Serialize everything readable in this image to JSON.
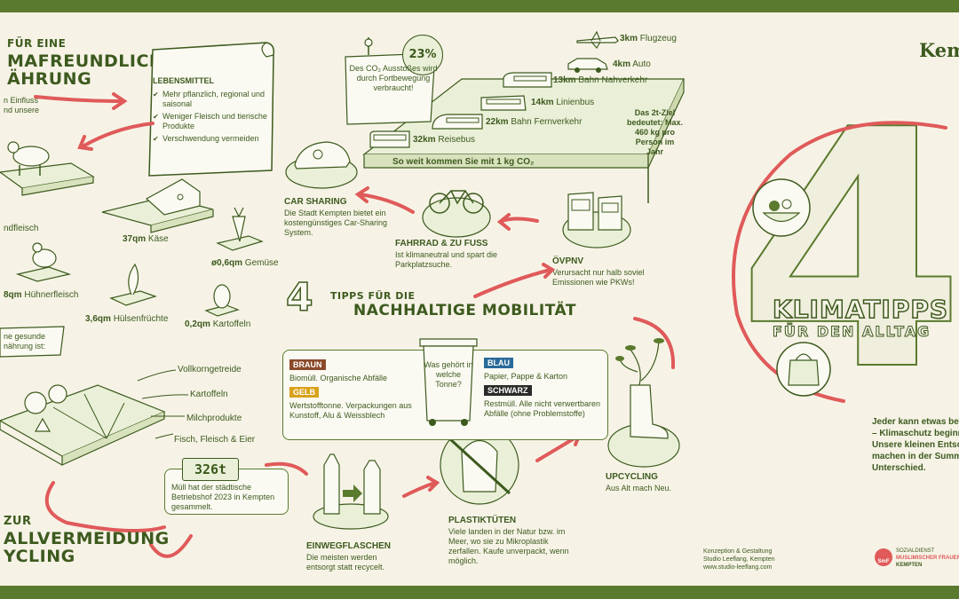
{
  "nutrition": {
    "title_l1": "FÜR EINE",
    "title_l2": "MAFREUNDLICHE",
    "title_l3": "ÄHRUNG",
    "intro_l1": "n Einfluss",
    "intro_l2": "nd unsere",
    "card_title": "LEBENSMITTEL",
    "card_items": [
      "Mehr pflanzlich, regional und saisonal",
      "Weniger Fleisch und tierische Produkte",
      "Verschwendung vermeiden"
    ],
    "foods": [
      {
        "value": "",
        "label": "ndfleisch"
      },
      {
        "value": "37qm",
        "label": "Käse"
      },
      {
        "value": "ø0,6qm",
        "label": "Gemüse"
      },
      {
        "value": "8qm",
        "label": "Hühnerfleisch"
      },
      {
        "value": "3,6qm",
        "label": "Hülsenfrüchte"
      },
      {
        "value": "0,2qm",
        "label": "Kartoffeln"
      }
    ],
    "healthy_l1": "ne gesunde",
    "healthy_l2": "nährung ist:",
    "healthy_items": [
      "Vollkorngetreide",
      "Kartoffeln",
      "Milchprodukte",
      "Fisch, Fleisch & Eier"
    ]
  },
  "waste": {
    "title_l1": "ZUR",
    "title_l2": "ALLVERMEIDUNG",
    "title_l3": "YCLING",
    "stat": "326t",
    "stat_text": "Müll hat der städtische Betriebshof 2023 in Kempten gesammelt.",
    "bottles_title": "EINWEGFLASCHEN",
    "bottles_text": "Die meisten werden entsorgt statt recycelt.",
    "bags_title": "PLASTIKTÜTEN",
    "bags_text": "Viele landen in der Natur bzw. im Meer, wo sie zu Mikroplastik zerfallen. Kaufe unverpackt, wenn möglich.",
    "upcycling_title": "UPCYCLING",
    "upcycling_text": "Aus Alt mach Neu.",
    "bins_question": "Was gehört in welche Tonne?",
    "bins": [
      {
        "name": "BRAUN",
        "text": "Biomüll. Organische Abfälle",
        "color": "#8a4a2a"
      },
      {
        "name": "GELB",
        "text": "Wertstofftonne. Verpackungen aus Kunstoff, Alu & Weissblech",
        "color": "#d9a21c"
      },
      {
        "name": "BLAU",
        "text": "Papier, Pappe & Karton",
        "color": "#2a6a9a"
      },
      {
        "name": "SCHWARZ",
        "text": "Restmüll. Alle nicht verwertbaren Abfälle (ohne Problemstoffe)",
        "color": "#2a2a2a"
      }
    ]
  },
  "mobility": {
    "percent": "23%",
    "sign_text": "Des CO₂ Ausstoßes wird durch Fortbewegung verbraucht!",
    "distances": [
      {
        "value": "3km",
        "label": "Flugzeug"
      },
      {
        "value": "4km",
        "label": "Auto"
      },
      {
        "value": "13km",
        "label": "Bahn Nahverkehr"
      },
      {
        "value": "14km",
        "label": "Linienbus"
      },
      {
        "value": "22km",
        "label": "Bahn Fernverkehr"
      },
      {
        "value": "32km",
        "label": "Reisebus"
      }
    ],
    "road_caption": "So weit kommen Sie mit 1 kg CO₂",
    "goal": "Das 2t-Ziel bedeutet: Max. 460 kg pro Person im Jahr",
    "carsharing_title": "CAR SHARING",
    "carsharing_text": "Die Stadt Kempten bietet ein kostengünstiges Car-Sharing System.",
    "bike_title": "FAHRRAD & ZU FUSS",
    "bike_text": "Ist klimaneutral und spart die Parkplatzsuche.",
    "opnv_title": "ÖVPNV",
    "opnv_text": "Verursacht nur halb soviel Emissionen wie PKWs!",
    "tipps_number": "4",
    "tipps_l1": "TIPPS FÜR DIE",
    "tipps_l2": "NACHHALTIGE MOBILITÄT"
  },
  "right": {
    "brand": "Kem",
    "big_number": "4",
    "klima_l1": "KLIMATIPPS",
    "klima_l2": "FÜR DEN ALLTAG",
    "quote_l1": "Jeder kann etwas bew",
    "quote_l2": "– Klimaschutz beginnt",
    "quote_l3": "Unsere kleinen Entsc",
    "quote_l4": "machen in der Summ",
    "quote_l5": "Unterschied.",
    "credit_l1": "Konzeption & Gestaltung",
    "credit_l2": "Studio Leeflang, Kempten",
    "credit_l3": "www.studio-leeflang.com",
    "logo_mark": "SmF",
    "logo_l1": "SOZIALDIENST",
    "logo_l2": "MUSLIMISCHER FRAUEN",
    "logo_l3": "KEMPTEN"
  },
  "colors": {
    "green": "#3d5a1e",
    "frame": "#5a7a2e",
    "red": "#e05a5a",
    "paper": "#f6f3e6"
  }
}
